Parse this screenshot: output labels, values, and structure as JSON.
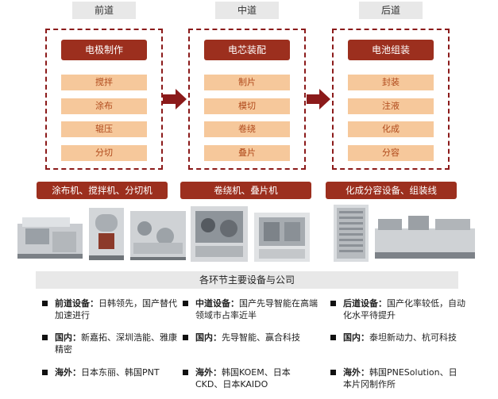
{
  "stages": [
    {
      "tag": "前道",
      "title": "电极制作",
      "steps": [
        "搅拌",
        "涂布",
        "辊压",
        "分切"
      ],
      "equipment": "涂布机、搅拌机、分切机"
    },
    {
      "tag": "中道",
      "title": "电芯装配",
      "steps": [
        "制片",
        "模切",
        "卷绕",
        "叠片"
      ],
      "equipment": "卷绕机、叠片机"
    },
    {
      "tag": "后道",
      "title": "电池组装",
      "steps": [
        "封装",
        "注液",
        "化成",
        "分容"
      ],
      "equipment": "化成分容设备、组装线"
    }
  ],
  "section_title": "各环节主要设备与公司",
  "notes": [
    [
      {
        "label": "前道设备：",
        "text": "日韩领先，国产替代加速进行"
      },
      {
        "label": "国内：",
        "text": "新嘉拓、深圳浩能、雅康精密"
      },
      {
        "label": "海外：",
        "text": "日本东丽、韩国PNT"
      }
    ],
    [
      {
        "label": "中道设备：",
        "text": "国产先导智能在高端领域市占率近半"
      },
      {
        "label": "国内：",
        "text": "先导智能、赢合科技"
      },
      {
        "label": "海外：",
        "text": "韩国KOEM、日本CKD、日本KAIDO"
      }
    ],
    [
      {
        "label": "后道设备：",
        "text": "国产化率较低，自动化水平待提升"
      },
      {
        "label": "国内：",
        "text": "泰坦新动力、杭可科技"
      },
      {
        "label": "海外：",
        "text": "韩国PNESolution、日本片冈制作所"
      }
    ]
  ]
}
